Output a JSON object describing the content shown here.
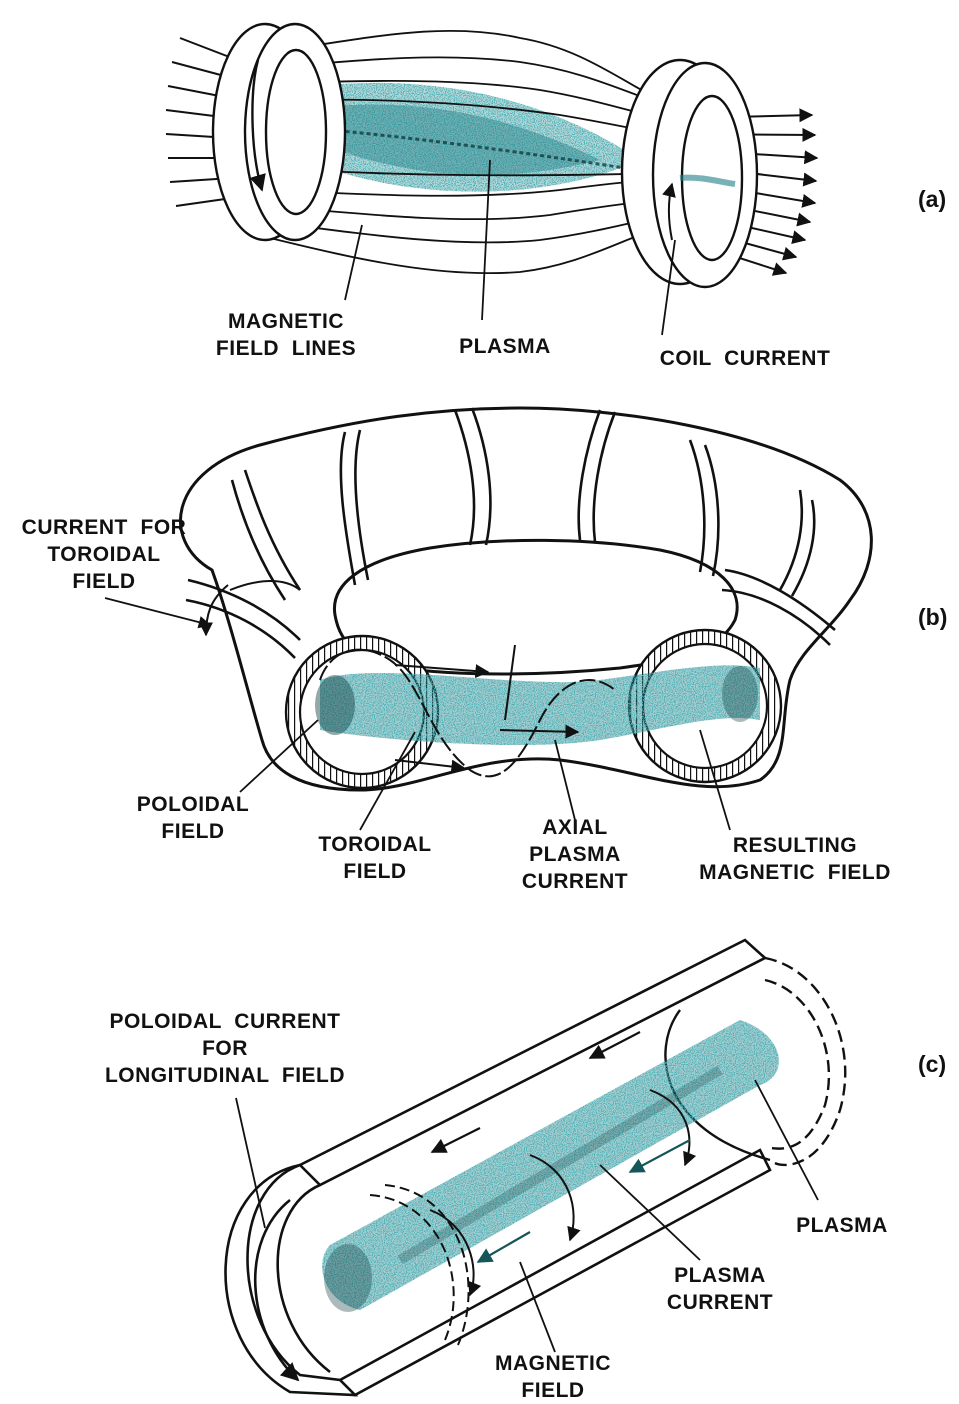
{
  "colors": {
    "ink": "#111111",
    "plasma": "#1f7f86",
    "plasma_dark": "#0f3d40",
    "background": "#ffffff"
  },
  "panels": {
    "a": {
      "id_label": "(a)",
      "labels": {
        "magnetic_field_lines": "MAGNETIC\nFIELD  LINES",
        "plasma": "PLASMA",
        "coil_current": "COIL  CURRENT"
      }
    },
    "b": {
      "id_label": "(b)",
      "labels": {
        "current_toroidal": "CURRENT  FOR\nTOROIDAL\nFIELD",
        "poloidal_field": "POLOIDAL\nFIELD",
        "toroidal_field": "TOROIDAL\nFIELD",
        "axial_plasma_current": "AXIAL\nPLASMA\nCURRENT",
        "resulting_field": "RESULTING\nMAGNETIC  FIELD"
      }
    },
    "c": {
      "id_label": "(c)",
      "labels": {
        "poloidal_current": "POLOIDAL  CURRENT\nFOR\nLONGITUDINAL  FIELD",
        "plasma": "PLASMA",
        "plasma_current": "PLASMA\nCURRENT",
        "magnetic_field": "MAGNETIC\nFIELD"
      }
    }
  }
}
